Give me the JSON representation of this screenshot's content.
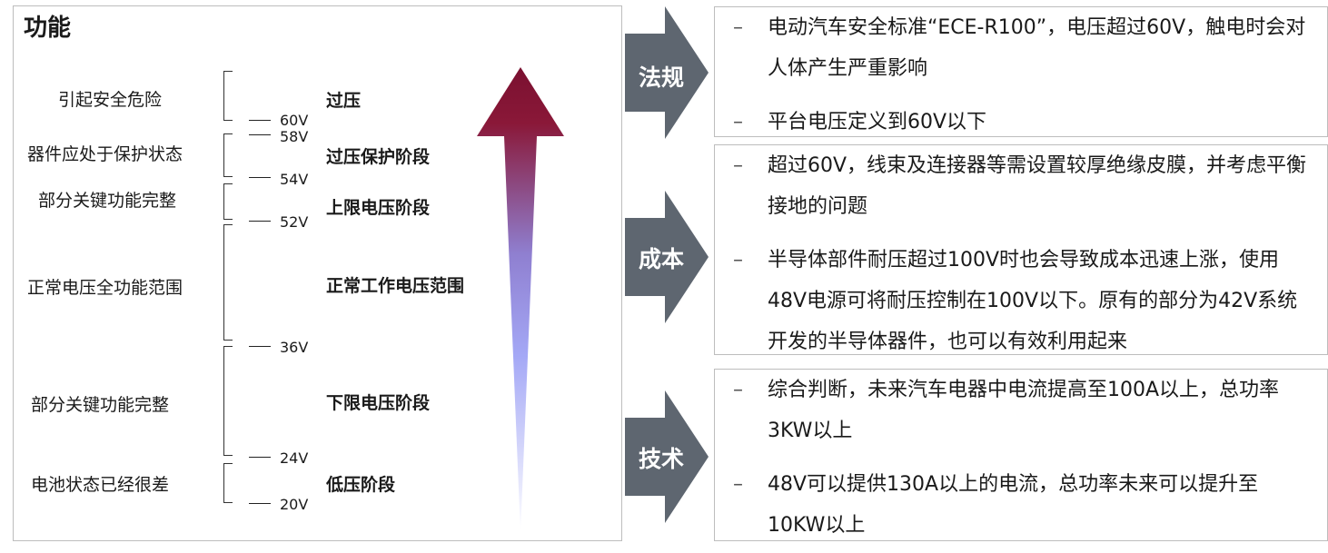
{
  "left": {
    "title": "功能",
    "functions": [
      "引起安全危险",
      "器件应处于保护状态",
      "部分关键功能完整",
      "正常电压全功能范围",
      "部分关键功能完整",
      "电池状态已经很差"
    ],
    "stages": [
      "过压",
      "过压保护阶段",
      "上限电压阶段",
      "正常工作电压范围",
      "下限电压阶段",
      "低压阶段"
    ],
    "voltages": [
      "60V",
      "58V",
      "54V",
      "52V",
      "36V",
      "24V",
      "20V"
    ]
  },
  "colors": {
    "arrow_top": "#7a1030",
    "arrow_mid": "#9aa0f0",
    "arrow_bottom": "#ffffff",
    "chevron": "#5e6670",
    "border": "#bdbdbd"
  },
  "sections": [
    {
      "label": "法规",
      "bullets": [
        "电动汽车安全标准“ECE-R100”，电压超过60V，触电时会对人体产生严重影响",
        "平台电压定义到60V以下"
      ]
    },
    {
      "label": "成本",
      "bullets": [
        "超过60V，线束及连接器等需设置较厚绝缘皮膜，并考虑平衡接地的问题",
        "半导体部件耐压超过100V时也会导致成本迅速上涨，使用48V电源可将耐压控制在100V以下。原有的部分为42V系统开发的半导体器件，也可以有效利用起来"
      ]
    },
    {
      "label": "技术",
      "bullets": [
        "综合判断，未来汽车电器中电流提高至100A以上，总功率3KW以上",
        "48V可以提供130A以上的电流，总功率未来可以提升至10KW以上"
      ]
    }
  ],
  "bullet_mark": "–"
}
